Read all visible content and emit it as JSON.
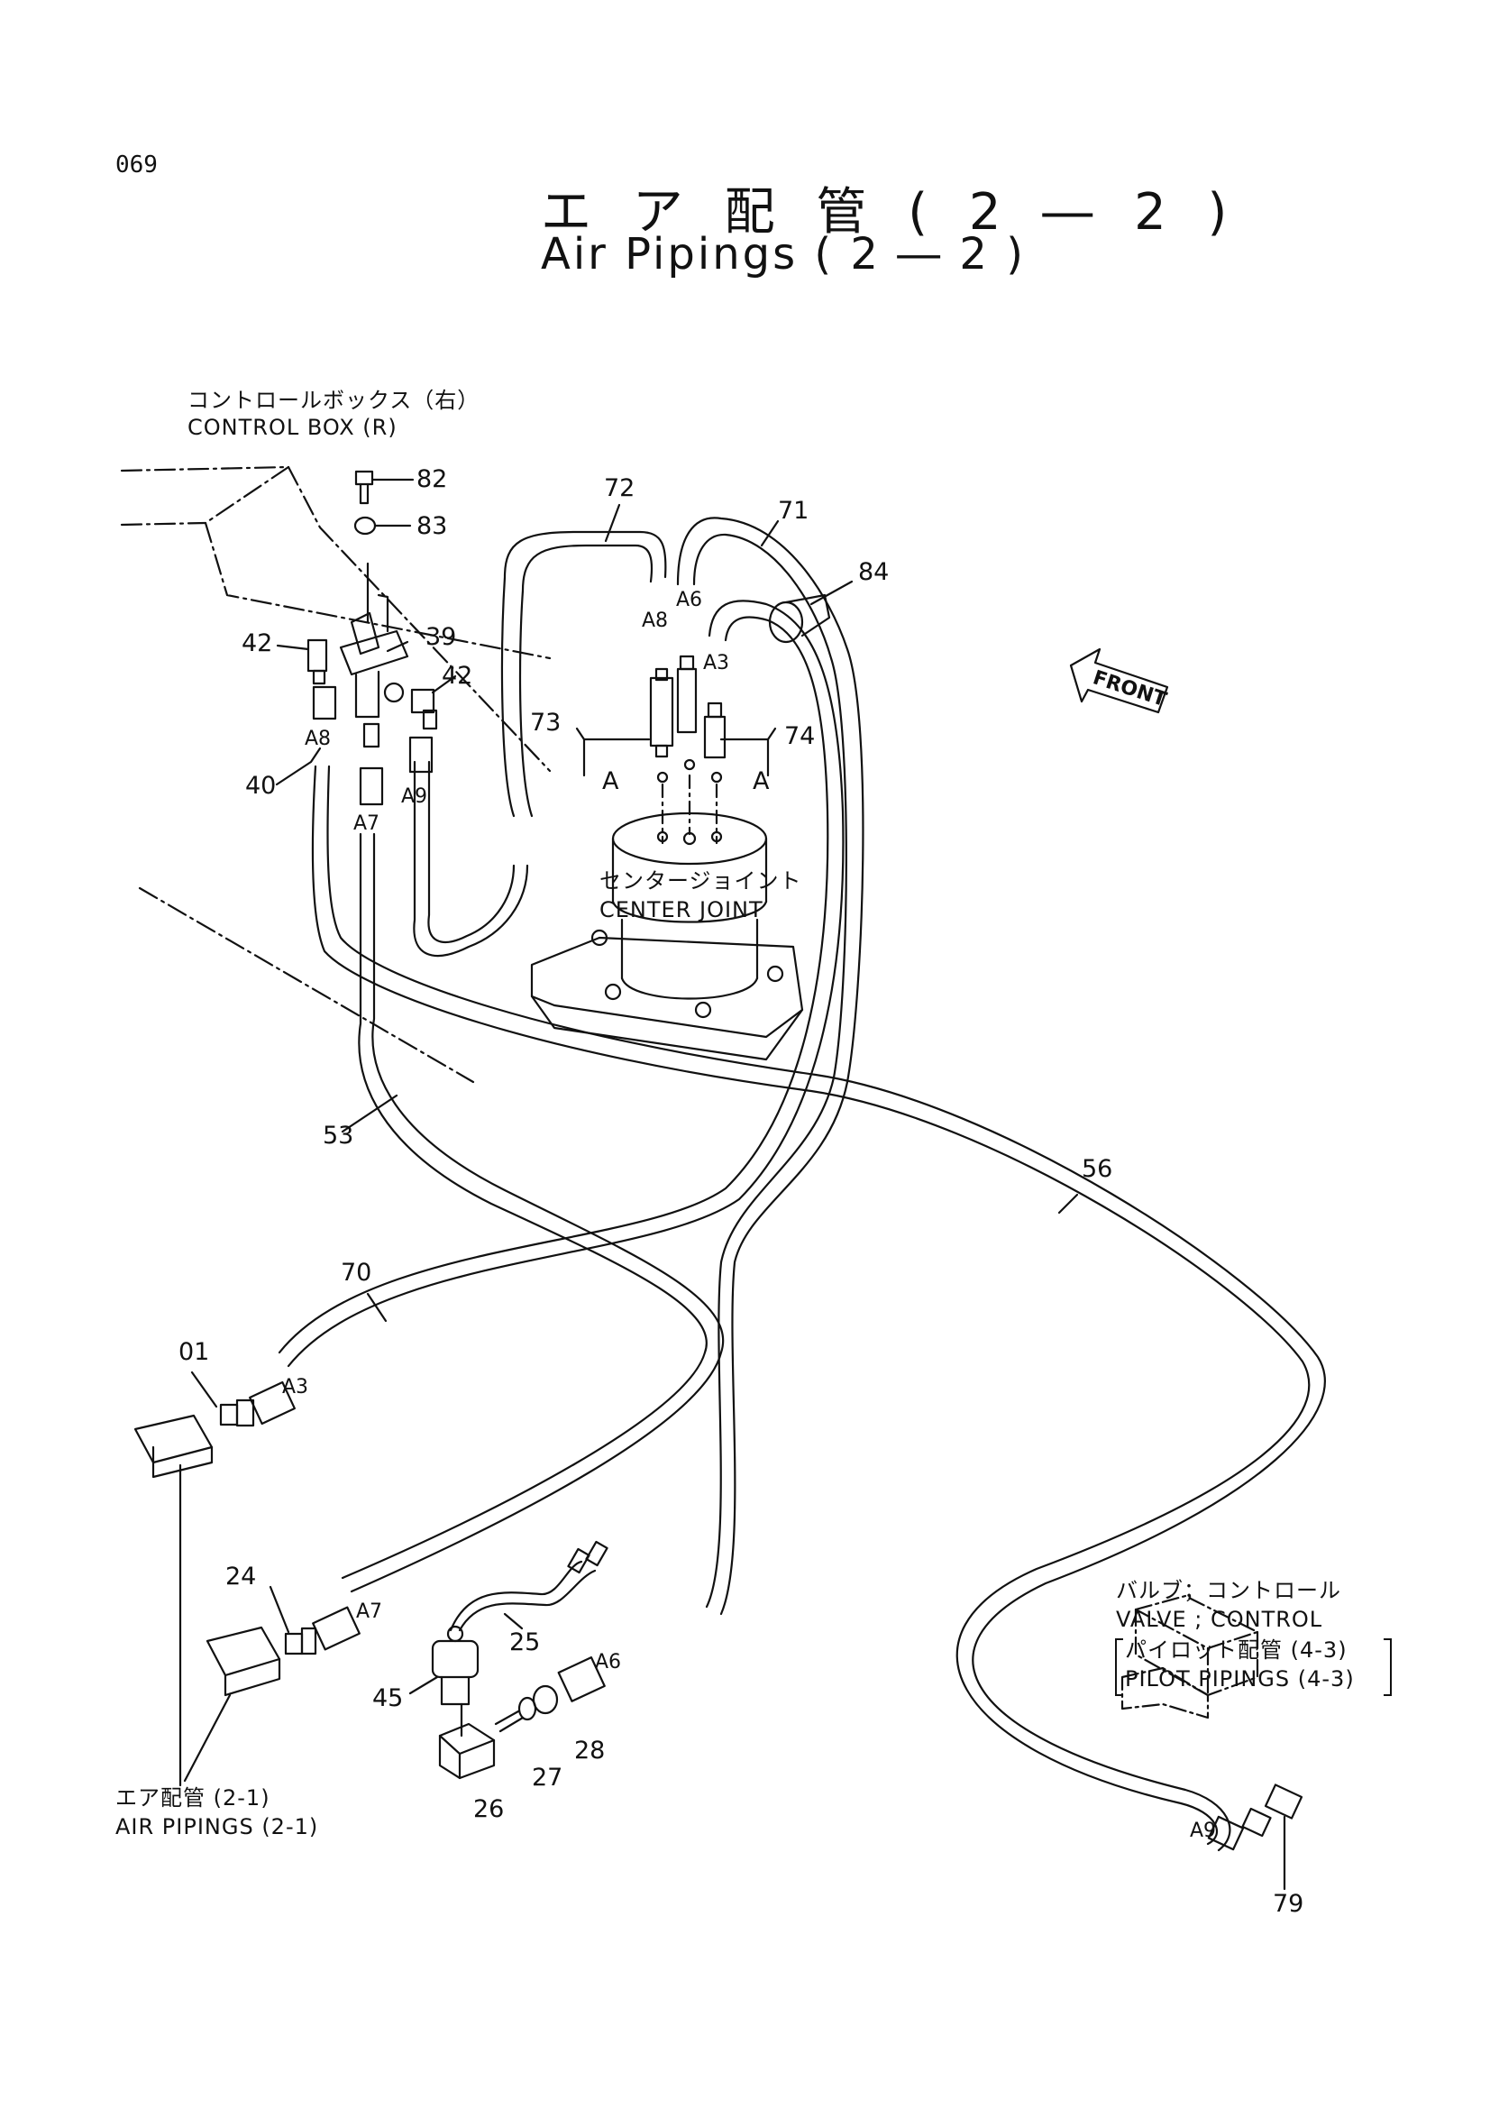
{
  "page": {
    "number": "069",
    "title_ja": "エ ア 配 管 ( 2 ― 2 )",
    "title_en": "Air Pipings ( 2 ― 2 )"
  },
  "labels": {
    "control_box_ja": "コントロールボックス（右）",
    "control_box_en": "CONTROL  BOX (R)",
    "center_joint_ja": "センタージョイント",
    "center_joint_en": "CENTER  JOINT",
    "valve_ja": "バルブ；コントロール",
    "valve_en": "VALVE ; CONTROL",
    "pilot_ja": "パイロット配管 (4-3)",
    "pilot_en": "PILOT  PIPINGS (4-3)",
    "air_pipings_ja": "エア配管 (2-1)",
    "air_pipings_en": "AIR  PIPINGS (2-1)",
    "front": "FRONT",
    "section_a": "A"
  },
  "part_numbers": {
    "p82": "82",
    "p83": "83",
    "p72": "72",
    "p71": "71",
    "p84": "84",
    "p42a": "42",
    "p39": "39",
    "p42b": "42",
    "p40": "40",
    "p73": "73",
    "p74": "74",
    "p53": "53",
    "p56": "56",
    "p70": "70",
    "p01": "01",
    "p24": "24",
    "p25": "25",
    "p45": "45",
    "p26": "26",
    "p27": "27",
    "p28": "28",
    "p79": "79"
  },
  "connectors": {
    "a8_top": "A8",
    "a6_top": "A6",
    "a8_left": "A8",
    "a3_top": "A3",
    "a7_left": "A7",
    "a9_left": "A9",
    "a3_bottom": "A3",
    "a7_bottom": "A7",
    "a6_bottom": "A6",
    "a9_bottom": "A9"
  }
}
